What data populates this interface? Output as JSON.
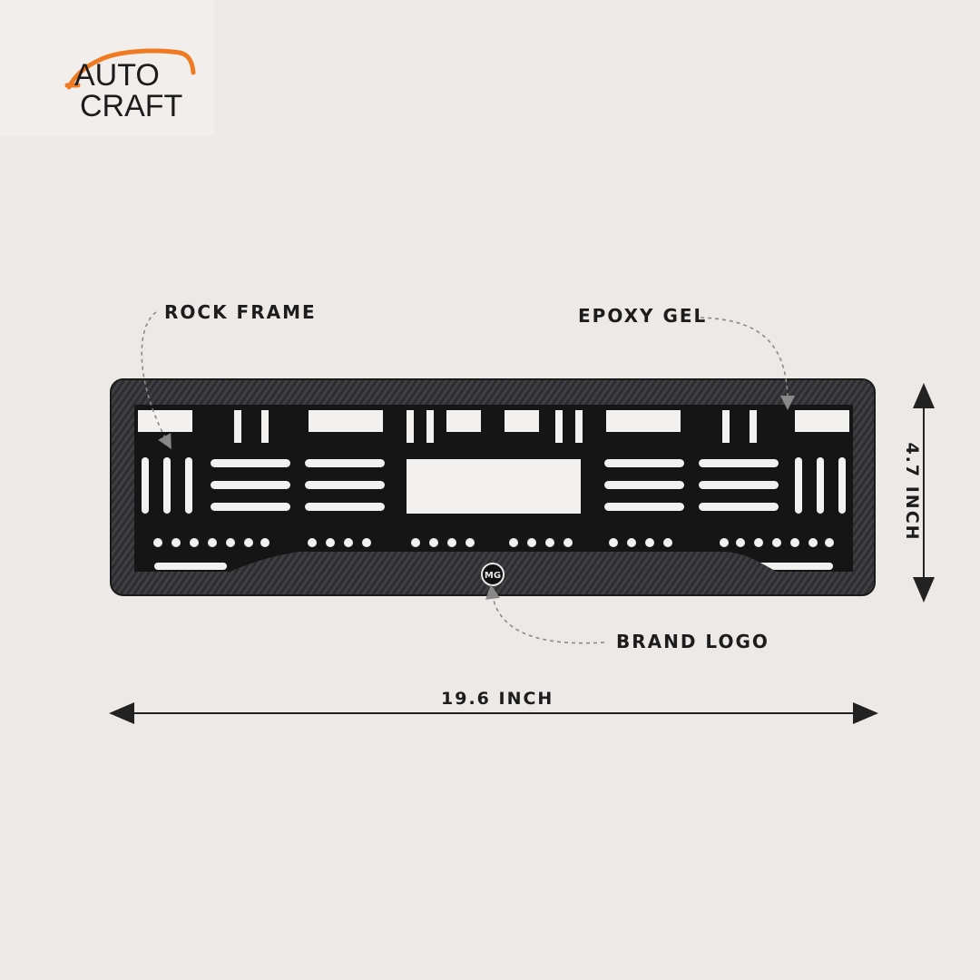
{
  "brand": {
    "line1": "AUTO",
    "line2": "CRAFT",
    "accent_color": "#f07a22",
    "text_color": "#1c1c1c"
  },
  "callouts": {
    "rock_frame": "ROCK FRAME",
    "epoxy_gel": "EPOXY GEL",
    "brand_logo": "BRAND LOGO"
  },
  "dimensions": {
    "width": "19.6 INCH",
    "height": "4.7 INCH"
  },
  "plate_emblem": "MG",
  "colors": {
    "background": "#ede9e7",
    "frame": "#2a2a2c",
    "cutout": "#f3f1f0"
  }
}
